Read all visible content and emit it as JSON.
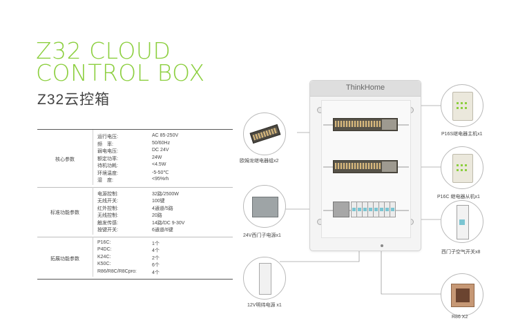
{
  "title": {
    "en_line1": "Z32 CLOUD",
    "en_line2": "CONTROL BOX",
    "cn": "Z32云控箱"
  },
  "spec_sections": [
    {
      "name": "核心参数",
      "rows": [
        {
          "label": "运行电压:",
          "value": "AC 85-250V"
        },
        {
          "label": "频　率:",
          "value": "50/60Hz"
        },
        {
          "label": "弱电电压:",
          "value": "DC 24V"
        },
        {
          "label": "额定功率:",
          "value": "24W"
        },
        {
          "label": "待机功耗:",
          "value": "<4.5W"
        },
        {
          "label": "环境温度:",
          "value": "-5-50℃"
        },
        {
          "label": "湿　度:",
          "value": "<95%rh"
        }
      ]
    },
    {
      "name": "标准功能参数",
      "rows": [
        {
          "label": "电源控制:",
          "value": "32路/2500W"
        },
        {
          "label": "无线开关:",
          "value": "100键"
        },
        {
          "label": "红外控制:",
          "value": "4通道/5路"
        },
        {
          "label": "无线控制:",
          "value": "20路"
        },
        {
          "label": "触发传感:",
          "value": "14路/DC 9-30V"
        },
        {
          "label": "按键开关:",
          "value": "6通道/6键"
        }
      ]
    },
    {
      "name": "拓展功能参数",
      "rows": [
        {
          "label": "P16C:",
          "value": "1个"
        },
        {
          "label": "P4DC:",
          "value": "4个"
        },
        {
          "label": "K24C:",
          "value": "2个"
        },
        {
          "label": "K50C:",
          "value": "6个"
        },
        {
          "label": "R86/R8C/R8Cpro:",
          "value": "4个"
        }
      ]
    }
  ],
  "box": {
    "brand": "ThinkHome"
  },
  "components": {
    "relay_group": "欧姆龙继电器组x2",
    "psu_siemens": "24V西门子电源x1",
    "psu_meanwell": "12V明纬电源 x1",
    "p16s": "P16S继电器主机x1",
    "p16c": "P16C 继电器从机x1",
    "breaker": "西门子空气开关x8",
    "r86": "R86 X2"
  },
  "colors": {
    "accent": "#8ccf3f"
  }
}
